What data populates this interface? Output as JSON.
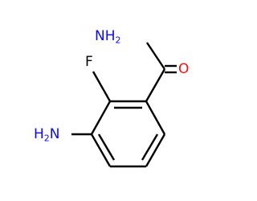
{
  "molecule": {
    "atoms": {
      "amide_n": {
        "element": "N",
        "hydrogens": "2",
        "color": "#0a0aff"
      },
      "amide_o": {
        "element": "O",
        "color": "#ff0d0d"
      },
      "fluorine": {
        "element": "F",
        "color": "#000000"
      },
      "amine_n": {
        "element": "N",
        "hydrogens": "2",
        "color": "#0a0aff"
      }
    },
    "bond_color": "#000000"
  }
}
